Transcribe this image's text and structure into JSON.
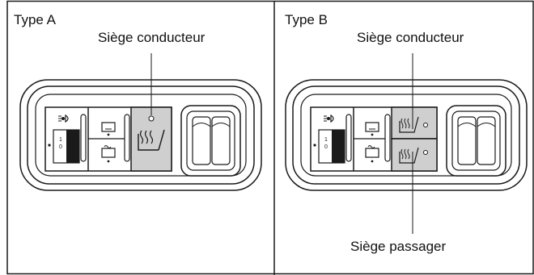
{
  "panels": [
    {
      "title": "Type A",
      "callouts": {
        "top": "Siège conducteur"
      }
    },
    {
      "title": "Type B",
      "callouts": {
        "top": "Siège conducteur",
        "bottom": "Siège passager"
      }
    }
  ],
  "switch_labels": {
    "upper": "1",
    "lower": "0"
  },
  "colors": {
    "line": "#1a1a1a",
    "heater_fill": "#cfcfcf",
    "background": "#ffffff"
  },
  "icons": [
    "headlight-dimmer-icon",
    "rear-defroster-icon",
    "mirror-defroster-icon",
    "seat-heater-icon",
    "power-mirror-switch-icon"
  ]
}
